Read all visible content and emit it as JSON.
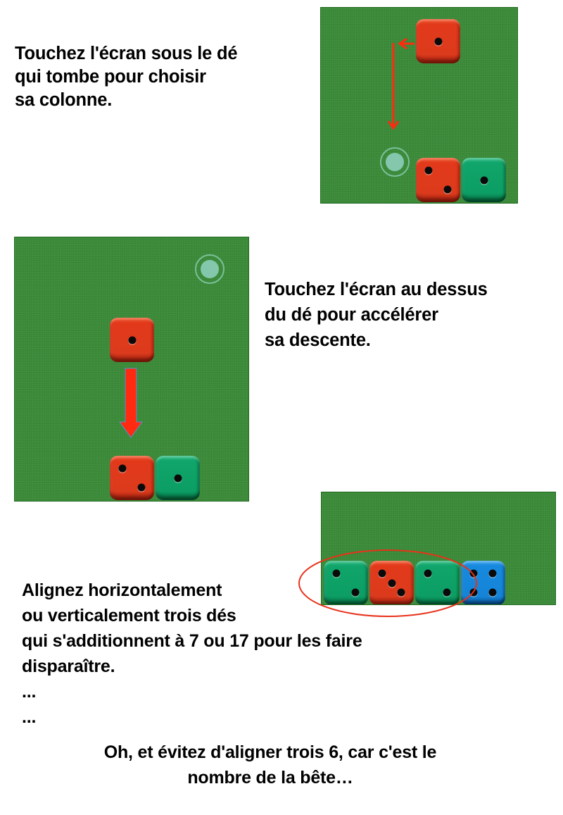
{
  "colors": {
    "felt": "#3a8a38",
    "die_red": "#dc3a1c",
    "die_green": "#0c9e64",
    "die_blue": "#1584d8",
    "arrow_red": "#ff2a10",
    "ellipse_red": "#e8321a"
  },
  "step1": {
    "lines": [
      "Touchez l'écran sous le dé",
      "qui tombe pour choisir",
      "sa colonne."
    ],
    "panel": {
      "falling_die": {
        "color": "red",
        "value": 1
      },
      "stack": [
        {
          "color": "red",
          "value": 2
        },
        {
          "color": "green",
          "value": 1
        }
      ],
      "icons": [
        "arrow-left-icon",
        "arrow-down-icon",
        "touch-indicator-icon"
      ]
    }
  },
  "step2": {
    "lines": [
      "Touchez l'écran au dessus",
      "du dé pour accélérer",
      "sa descente."
    ],
    "panel": {
      "falling_die": {
        "color": "red",
        "value": 1
      },
      "stack": [
        {
          "color": "red",
          "value": 2
        },
        {
          "color": "green",
          "value": 1
        }
      ],
      "icons": [
        "thick-arrow-down-icon",
        "touch-indicator-icon"
      ]
    }
  },
  "step3": {
    "lines": [
      "Alignez horizontalement",
      "ou verticalement trois dés",
      "qui s'additionnent à 7 ou 17 pour les faire",
      "disparaître.",
      "...",
      "..."
    ],
    "panel": {
      "row": [
        {
          "color": "green",
          "value": 2
        },
        {
          "color": "red",
          "value": 3
        },
        {
          "color": "green",
          "value": 2
        },
        {
          "color": "blue",
          "value": 4
        }
      ],
      "highlight": "ellipse-around-first-three"
    }
  },
  "footer": {
    "lines": [
      "Oh, et évitez d'aligner trois 6, car c'est le",
      "nombre de la bête…"
    ]
  }
}
